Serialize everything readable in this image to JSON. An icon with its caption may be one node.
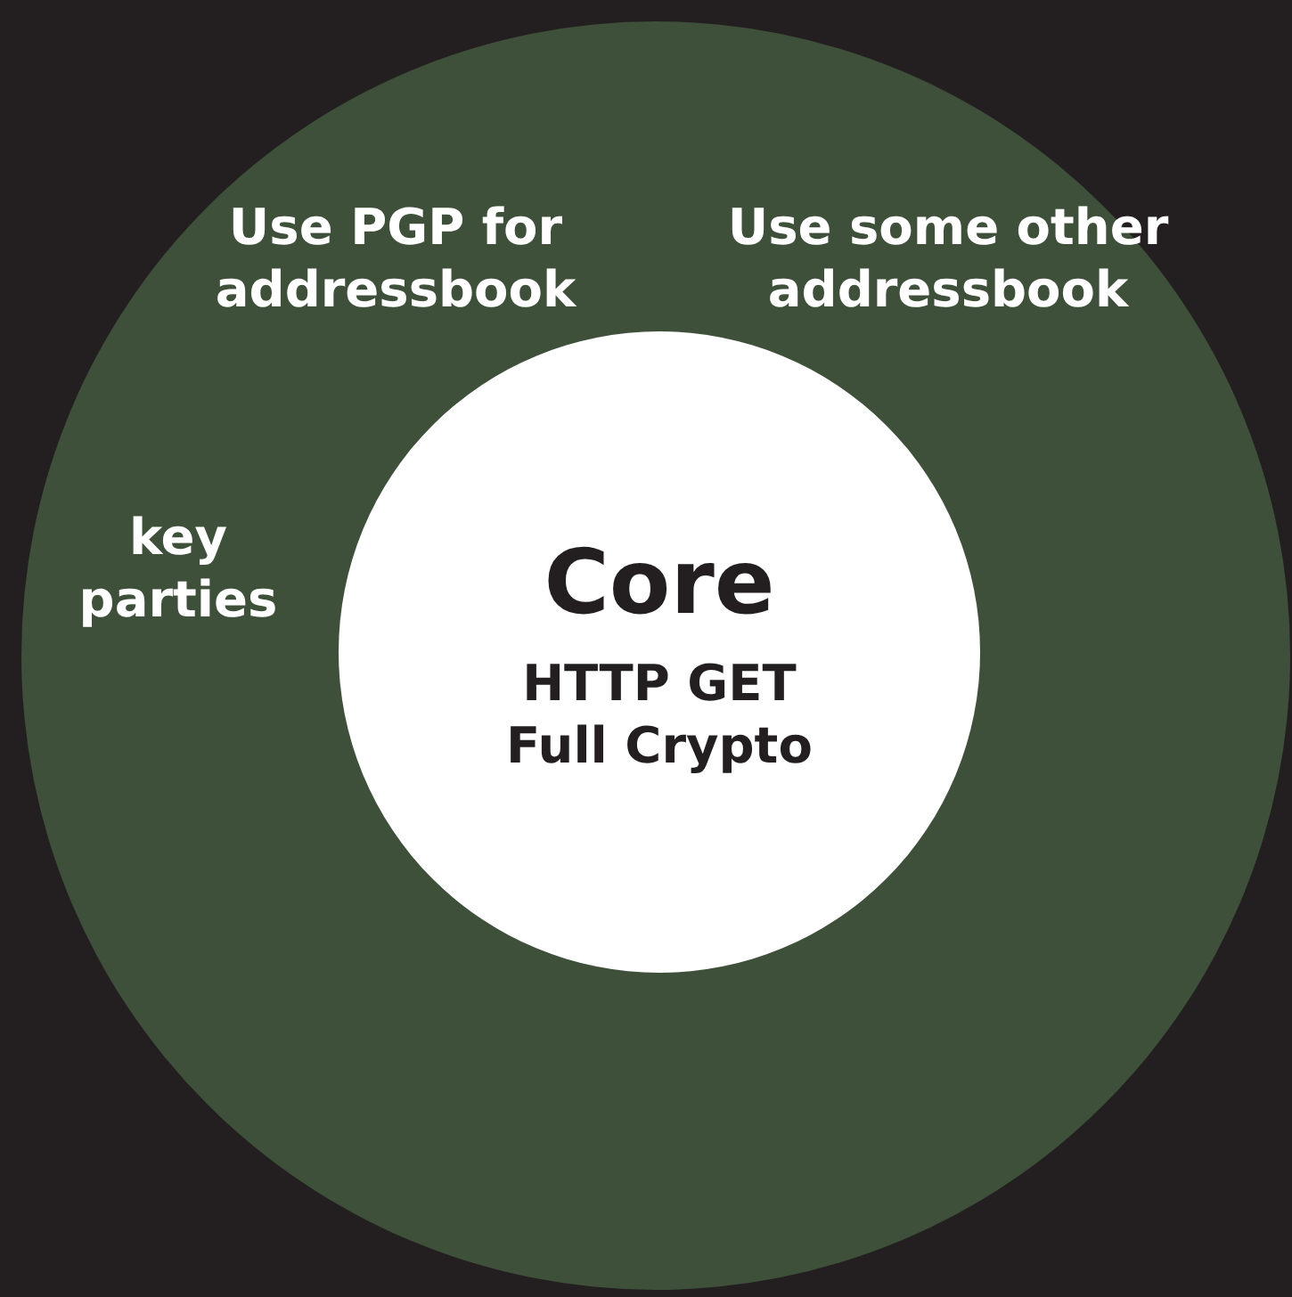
{
  "diagram": {
    "nodes": [
      {
        "text": [
          "Use PGP for addressbook",
          "Use some other addressbook",
          "key parties"
        ]
      },
      {
        "text": [
          "Core",
          "HTTP GET Full Crypto"
        ],
        "in": 0
      }
    ]
  }
}
